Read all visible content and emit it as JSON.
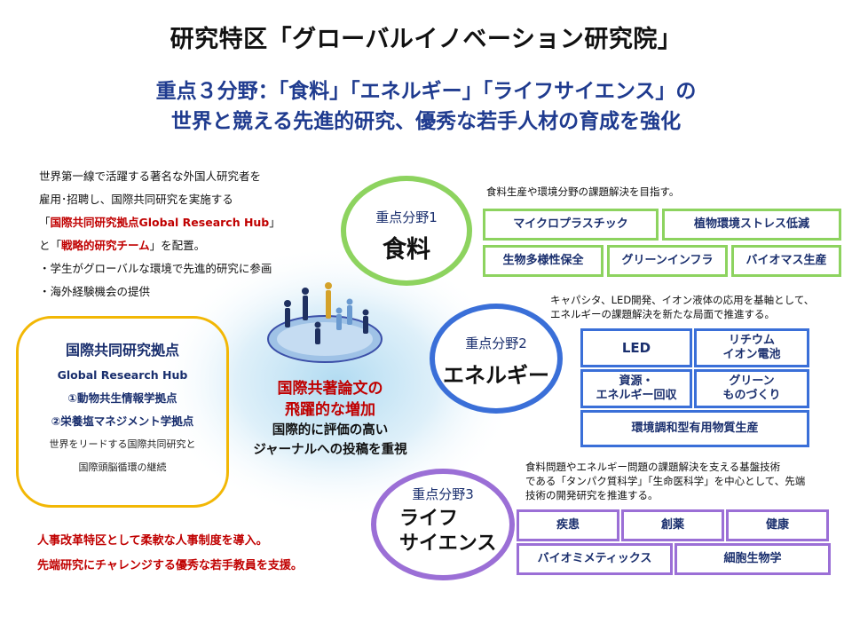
{
  "title": "研究特区「グローバルイノベーション研究院」",
  "subtitle": {
    "line1": "重点３分野：「食料」「エネルギー」「ライフサイエンス」の",
    "line2": "世界と競える先進的研究、優秀な若手人材の育成を強化"
  },
  "intro": {
    "l1": "世界第一線で活躍する著名な外国人研究者を",
    "l2": "雇用･招聘し、国際共同研究を実施する",
    "l3_pre": "「",
    "l3_red": "国際共同研究拠点Global Research Hub",
    "l3_post": "」",
    "l4_pre": "と「",
    "l4_red": "戦略的研究チーム",
    "l4_post": "」を配置。",
    "l5": "・学生がグローバルな環境で先進的研究に参画",
    "l6": "・海外経験機会の提供"
  },
  "hub": {
    "title": "国際共同研究拠点",
    "title_en": "Global Research Hub",
    "item1": "①動物共生情報学拠点",
    "item2": "②栄養塩マネジメント学拠点",
    "note1": "世界をリードする国際共同研究と",
    "note2": "国際頭脳循環の継続"
  },
  "center": {
    "red1": "国際共著論文の",
    "red2": "飛躍的な増加",
    "black1": "国際的に評価の高い",
    "black2": "ジャーナルへの投稿を重視"
  },
  "field1": {
    "label": "重点分野1",
    "name": "食料",
    "color": "#8dd35f",
    "desc": "食料生産や環境分野の課題解決を目指す。",
    "boxes": [
      "マイクロプラスチック",
      "植物環境ストレス低減",
      "生物多様性保全",
      "グリーンインフラ",
      "バイオマス生産"
    ]
  },
  "field2": {
    "label": "重点分野2",
    "name": "エネルギー",
    "color": "#3a6fd8",
    "desc1": "キャパシタ、LED開発、イオン液体の応用を基軸として、",
    "desc2": "エネルギーの課題解決を新たな局面で推進する。",
    "boxes": [
      "LED",
      "リチウム\nイオン電池",
      "資源・\nエネルギー回収",
      "グリーン\nものづくり",
      "環境調和型有用物質生産"
    ]
  },
  "field3": {
    "label": "重点分野3",
    "name1": "ライフ",
    "name2": "サイエンス",
    "color": "#9b6fd6",
    "desc1": "食料問題やエネルギー問題の課題解決を支える基盤技術",
    "desc2": "である「タンパク質科学」「生命医科学」を中心として、先端",
    "desc3": "技術の開発研究を推進する。",
    "boxes": [
      "疾患",
      "創薬",
      "健康",
      "バイオミメティックス",
      "細胞生物学"
    ]
  },
  "bottom": {
    "l1": "人事改革特区として柔軟な人事制度を導入。",
    "l2": "先端研究にチャレンジする優秀な若手教員を支援。"
  }
}
